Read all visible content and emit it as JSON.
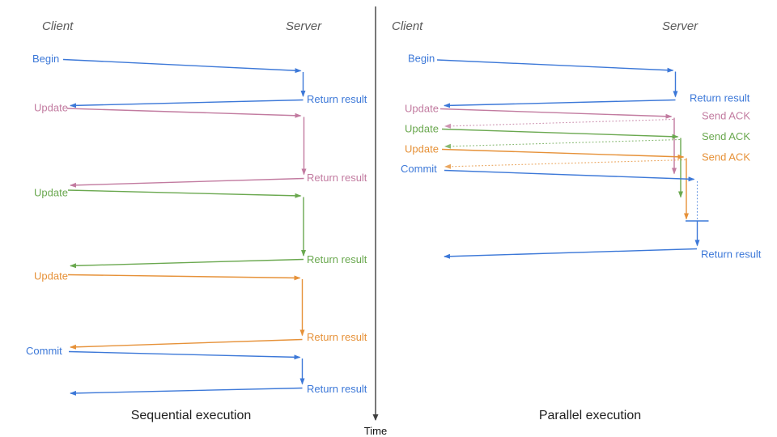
{
  "colors": {
    "blue": "#3c78d8",
    "pink": "#c27ba0",
    "green": "#6aa84f",
    "orange": "#e69138",
    "header_gray": "#595959",
    "axis_gray": "#3f3f3f",
    "title_black": "#1f1f1f"
  },
  "time_axis": {
    "label": "Time"
  },
  "left_panel": {
    "title": "Sequential execution",
    "client_header": "Client",
    "server_header": "Server",
    "messages": [
      {
        "request": "Begin",
        "response": "Return result",
        "color": "blue"
      },
      {
        "request": "Update",
        "response": "Return result",
        "color": "pink"
      },
      {
        "request": "Update",
        "response": "Return result",
        "color": "green"
      },
      {
        "request": "Update",
        "response": "Return result",
        "color": "orange"
      },
      {
        "request": "Commit",
        "response": "Return result",
        "color": "blue"
      }
    ]
  },
  "right_panel": {
    "title": "Parallel execution",
    "client_header": "Client",
    "server_header": "Server",
    "messages": [
      {
        "request": "Begin",
        "response": "Return result",
        "color": "blue"
      },
      {
        "request": "Update",
        "response": "Send ACK",
        "color": "pink"
      },
      {
        "request": "Update",
        "response": "Send ACK",
        "color": "green"
      },
      {
        "request": "Update",
        "response": "Send ACK",
        "color": "orange"
      },
      {
        "request": "Commit",
        "response": "Return result",
        "color": "blue"
      }
    ]
  }
}
